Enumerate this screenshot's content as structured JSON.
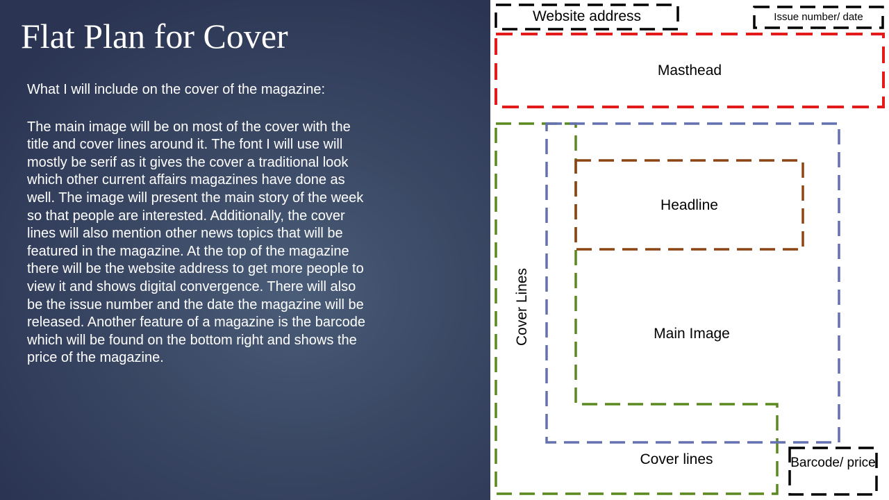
{
  "title": "Flat Plan for Cover",
  "intro": "What I will include on the cover of the magazine:",
  "description": "The main image will be on most of the cover with the title and cover lines around it. The font I will use will mostly be serif as it gives the cover a traditional  look which other current affairs magazines have done as well. The image will present the main story of the week so that people are interested.  Additionally,  the cover lines will also mention other news topics that will be featured in the magazine. At the top of the magazine there will be the website address  to get more people to view it and shows digital convergence. There will also be the issue number and the date the magazine will be released. Another feature of a magazine is the barcode which will be found on the bottom right and shows the price of the magazine.",
  "diagram": {
    "website_address": "Website address",
    "issue_date": "Issue number/ date",
    "masthead": "Masthead",
    "headline": "Headline",
    "main_image": "Main Image",
    "cover_lines_side": "Cover Lines",
    "cover_lines_bottom": "Cover lines",
    "barcode": "Barcode/ price",
    "colors": {
      "masthead": "#e31b1b",
      "cover_lines": "#5a8a1e",
      "main_image": "#6470b0",
      "headline": "#8b4513",
      "boxes": "#000000"
    }
  }
}
